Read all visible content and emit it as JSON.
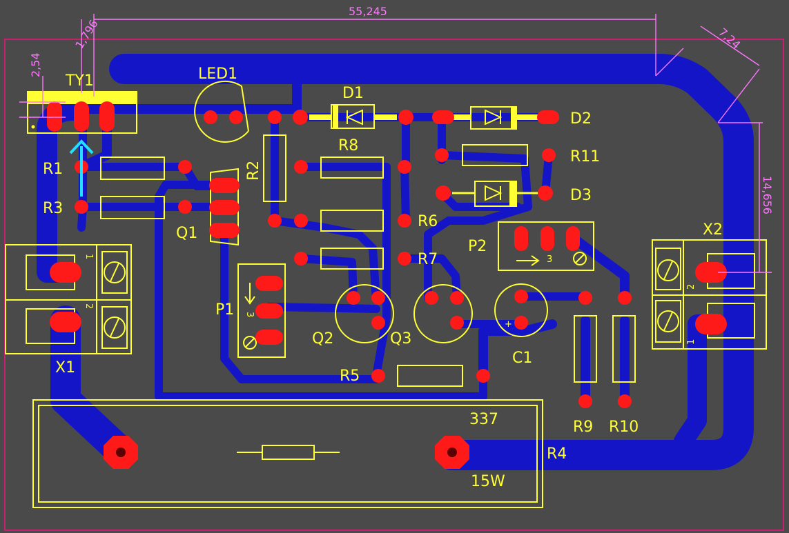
{
  "dimensions": {
    "top_width": "55,245",
    "left_offset": "1,796",
    "left_height": "2,54",
    "corner": "7,24",
    "right_height": "14,656"
  },
  "components": {
    "ty1": "TY1",
    "led1": "LED1",
    "d1": "D1",
    "d2": "D2",
    "d3": "D3",
    "r1": "R1",
    "r2": "R2",
    "r3": "R3",
    "r5": "R5",
    "r6": "R6",
    "r7": "R7",
    "r8": "R8",
    "r9": "R9",
    "r10": "R10",
    "r11": "R11",
    "q1": "Q1",
    "q2": "Q2",
    "q3": "Q3",
    "p1": "P1",
    "p2": "P2",
    "c1": "C1",
    "x1": "X1",
    "x2": "X2",
    "r4": "R4",
    "r4_value": "337",
    "r4_power": "15W"
  },
  "pins": {
    "x1_pin1": "1",
    "x1_pin2": "2",
    "x2_pin1": "1",
    "x2_pin2": "2",
    "p1_pin": "3",
    "p2_pin": "3",
    "c1_plus": "+"
  },
  "colors": {
    "background": "#4a4a4a",
    "board_outline": "#cc1e6e",
    "copper": "#1515c8",
    "silkscreen": "#ffff33",
    "pad": "#ff1a1a",
    "dimension": "#ff77ff",
    "pointer": "#22e0ff"
  }
}
